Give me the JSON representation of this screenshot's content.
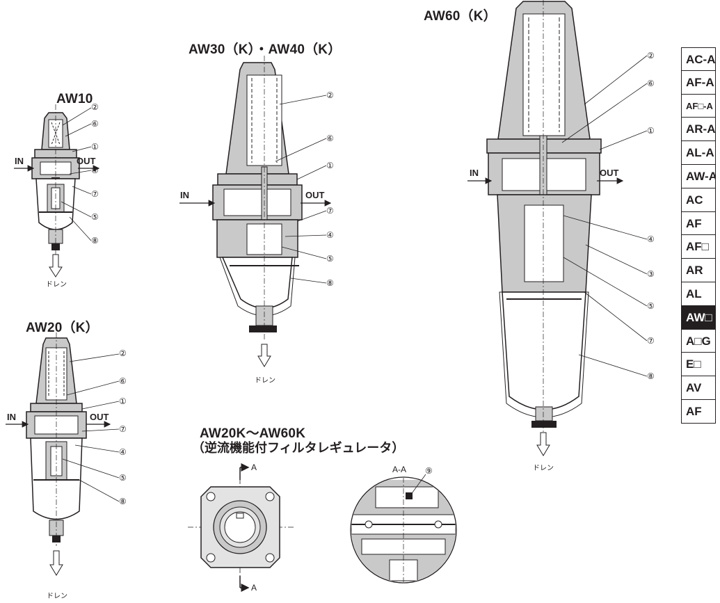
{
  "titles": {
    "aw10": "AW10",
    "aw20": "AW20（K）",
    "aw30_40": "AW30（K）・AW40（K）",
    "aw60": "AW60（K）",
    "awk": "AW20K～AW60K",
    "awk_sub": "（逆流機能付フィルタレギュレータ）"
  },
  "ports": {
    "in": "IN",
    "out": "OUT"
  },
  "drain": "ドレン",
  "section": {
    "label": "A-A",
    "marker": "A"
  },
  "parts": [
    "①",
    "②",
    "③",
    "④",
    "⑤",
    "⑥",
    "⑦",
    "⑧",
    "⑨"
  ],
  "sidebar": {
    "items": [
      {
        "label": "AC-A",
        "active": false
      },
      {
        "label": "AF-A",
        "active": false
      },
      {
        "label": "AF□-A",
        "active": false
      },
      {
        "label": "AR-A",
        "active": false
      },
      {
        "label": "AL-A",
        "active": false
      },
      {
        "label": "AW-A",
        "active": false
      },
      {
        "label": "AC",
        "active": false
      },
      {
        "label": "AF",
        "active": false
      },
      {
        "label": "AF□",
        "active": false
      },
      {
        "label": "AR",
        "active": false
      },
      {
        "label": "AL",
        "active": false
      },
      {
        "label": "AW□",
        "active": true
      },
      {
        "label": "A□G",
        "active": false
      },
      {
        "label": "E□",
        "active": false
      },
      {
        "label": "AV",
        "active": false
      },
      {
        "label": "AF",
        "active": false
      }
    ]
  },
  "colors": {
    "active_tab_bg": "#231f20",
    "body_gray": "#c9c9c9",
    "line": "#231f20"
  }
}
